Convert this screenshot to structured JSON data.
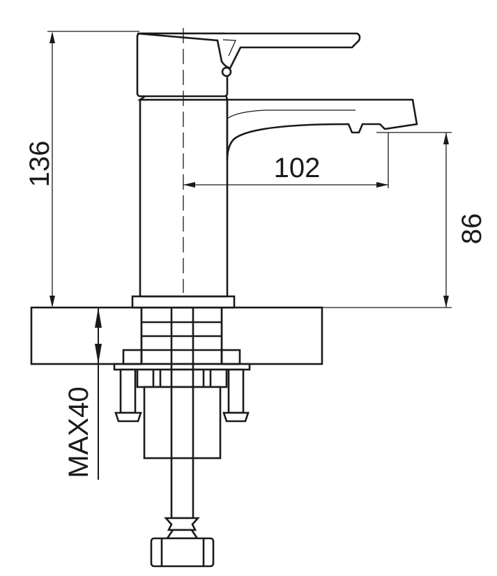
{
  "dimensions": {
    "height": "136",
    "spout_reach": "102",
    "spout_height": "86",
    "max_counter_thickness": "MAX40"
  }
}
